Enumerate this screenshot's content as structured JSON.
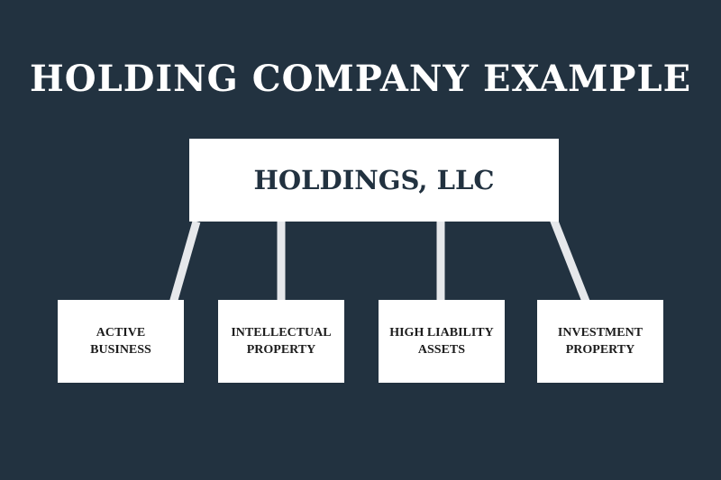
{
  "title": "HOLDING COMPANY EXAMPLE",
  "parent": {
    "label": "HOLDINGS, LLC"
  },
  "children": [
    {
      "label": "ACTIVE\nBUSINESS"
    },
    {
      "label": "INTELLECTUAL\nPROPERTY"
    },
    {
      "label": "HIGH LIABILITY\nASSETS"
    },
    {
      "label": "INVESTMENT\nPROPERTY"
    }
  ],
  "colors": {
    "background": "#223240",
    "box": "#ffffff",
    "connector": "#e6e8eb",
    "parent_text": "#223240",
    "child_text": "#1c1c1c"
  }
}
